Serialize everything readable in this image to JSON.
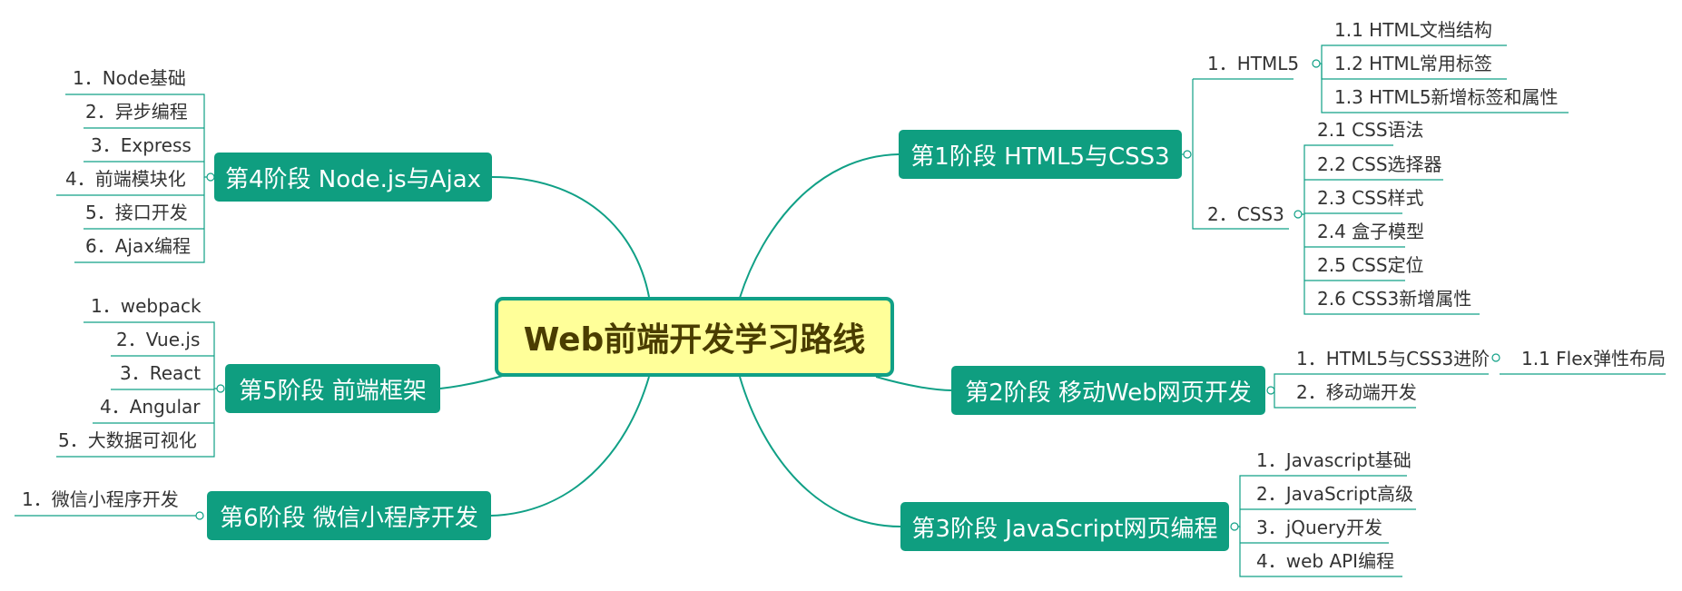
{
  "title": "Web前端开发学习路线",
  "stages": {
    "s1": {
      "label": "第1阶段 HTML5与CSS3",
      "topics": [
        {
          "label": "1．HTML5",
          "items": [
            "1.1 HTML文档结构",
            "1.2 HTML常用标签",
            "1.3 HTML5新增标签和属性"
          ]
        },
        {
          "label": "2．CSS3",
          "items": [
            "2.1 CSS语法",
            "2.2 CSS选择器",
            "2.3 CSS样式",
            "2.4 盒子模型",
            "2.5 CSS定位",
            "2.6 CSS3新增属性"
          ]
        }
      ]
    },
    "s2": {
      "label": "第2阶段 移动Web网页开发",
      "topics": [
        {
          "label": "1．HTML5与CSS3进阶",
          "items": [
            "1.1 Flex弹性布局"
          ]
        },
        {
          "label": "2．移动端开发",
          "items": []
        }
      ]
    },
    "s3": {
      "label": "第3阶段 JavaScript网页编程",
      "items": [
        "1．Javascript基础",
        "2．JavaScript高级",
        "3．jQuery开发",
        "4．web API编程"
      ]
    },
    "s4": {
      "label": "第4阶段 Node.js与Ajax",
      "items": [
        "1．Node基础",
        "2．异步编程",
        "3．Express",
        "4．前端模块化",
        "5．接口开发",
        "6．Ajax编程"
      ]
    },
    "s5": {
      "label": "第5阶段 前端框架",
      "items": [
        "1．webpack",
        "2．Vue.js",
        "3．React",
        "4．Angular",
        "5．大数据可视化"
      ]
    },
    "s6": {
      "label": "第6阶段 微信小程序开发",
      "items": [
        "1．微信小程序开发"
      ]
    }
  },
  "colors": {
    "branch": "#10a086",
    "stage_bg": "#0f9e80",
    "center_bg": "#ffff99",
    "center_text": "#4a3d00",
    "leaf_line": "#10a086"
  }
}
